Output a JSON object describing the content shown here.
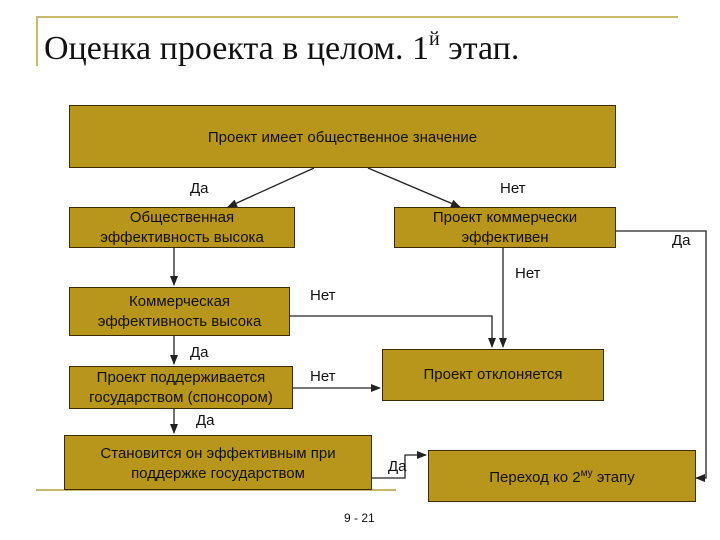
{
  "slide": {
    "title": "Оценка проекта в целом. 1",
    "title_sup": "й",
    "title_tail": " этап.",
    "page_number": "9 - 21"
  },
  "boxes": {
    "public_significance": "Проект имеет общественное значение",
    "public_efficiency": "Общественная эффективность высока",
    "commercial_effective": "Проект коммерчески эффективен",
    "commercial_efficiency": "Коммерческая эффективность высока",
    "state_supported": "Проект поддерживается государством (спонсором)",
    "rejected": "Проект отклоняется",
    "becomes_effective": "Становится он эффективным при поддержке государством",
    "next_stage": "Переход ко 2",
    "next_stage_sup": "му",
    "next_stage_tail": " этапу"
  },
  "labels": {
    "yes_top": "Да",
    "no_top": "Нет",
    "yes_right": "Да",
    "no_right_mid": "Нет",
    "no_commercial": "Нет",
    "yes_commercial": "Да",
    "no_state": "Нет",
    "yes_state": "Да",
    "yes_final": "Да"
  },
  "colors": {
    "box_fill": "#b8961b",
    "box_border": "#3a2c00",
    "accent_rule": "#c9b96b"
  }
}
